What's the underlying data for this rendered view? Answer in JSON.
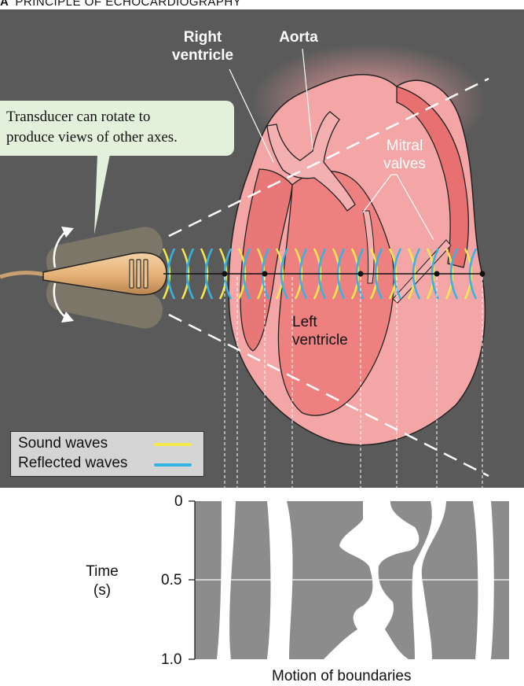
{
  "header": {
    "letter": "A",
    "title": "PRINCIPLE OF ECHOCARDIOGRAPHY"
  },
  "labels": {
    "right_ventricle_1": "Right",
    "right_ventricle_2": "ventricle",
    "aorta": "Aorta",
    "mitral_1": "Mitral",
    "mitral_2": "valves",
    "left_ventricle_1": "Left",
    "left_ventricle_2": "ventricle"
  },
  "callout": {
    "line1": "Transducer  can rotate to",
    "line2": "produce views of other axes."
  },
  "legend": {
    "sound": {
      "label": "Sound waves",
      "color": "#f4e94a"
    },
    "reflected": {
      "label": "Reflected waves",
      "color": "#33b3e6"
    }
  },
  "mmode": {
    "ylabel_1": "Time",
    "ylabel_2": "(s)",
    "ticks": [
      "0",
      "0.5",
      "1.0"
    ],
    "xlabel": "Motion of boundaries"
  },
  "colors": {
    "background": "#5a5a5a",
    "heart_light": "#f4a6a6",
    "heart_mid": "#ee8080",
    "heart_dark": "#e06868",
    "mmode_bg": "#8c8c8c"
  }
}
